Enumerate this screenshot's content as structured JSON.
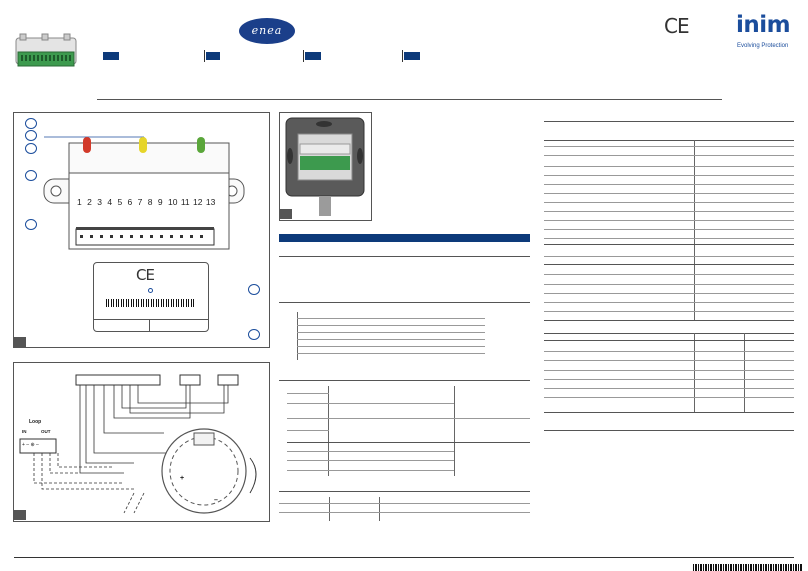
{
  "header": {
    "enea_logo_text": "enea",
    "ce_mark": "CE",
    "brand": "inim",
    "brand_tagline": "Evolving Protection"
  },
  "figure1": {
    "terminal_numbers": [
      "1",
      "2",
      "3",
      "4",
      "5",
      "6",
      "7",
      "8",
      "9",
      "10",
      "11",
      "12",
      "13"
    ],
    "label_ce": "CE"
  },
  "figure3": {
    "loop_label": "Loop",
    "in_label": "IN",
    "out_label": "OUT",
    "terminals": "+ – ⊕ –",
    "plus": "+",
    "minus": "–"
  },
  "colors": {
    "accent_blue": "#0d3a7a",
    "led_red": "#d23a2a",
    "led_yellow": "#e6d52a",
    "led_green": "#5aa63a",
    "terminal_green": "#3d9a4e"
  }
}
